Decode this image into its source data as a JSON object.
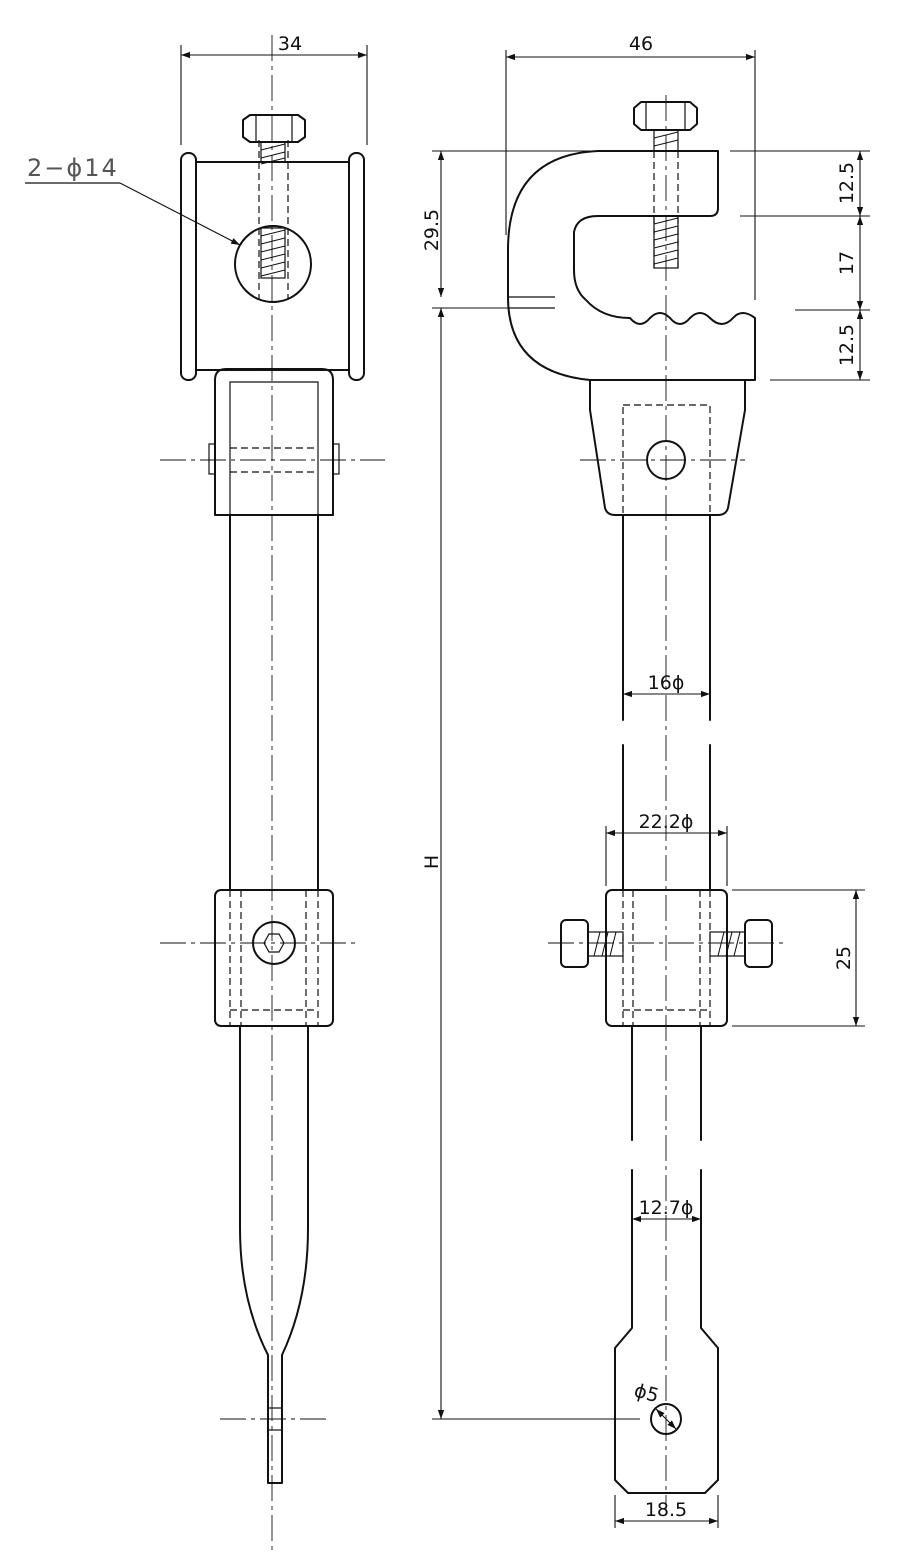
{
  "dimensions": {
    "left_width": "34",
    "hole_callout": "2−ϕ14",
    "right_width": "46",
    "opening_total": "29.5",
    "top_flange": "12.5",
    "jaw_gap": "17",
    "bottom_flange": "12.5",
    "overall_height": "H",
    "rod_upper_dia": "16ϕ",
    "coupler_dia": "22.2ϕ",
    "coupler_length": "25",
    "rod_lower_dia": "12.7ϕ",
    "pin_hole_dia": "ϕ5",
    "end_width": "18.5"
  }
}
